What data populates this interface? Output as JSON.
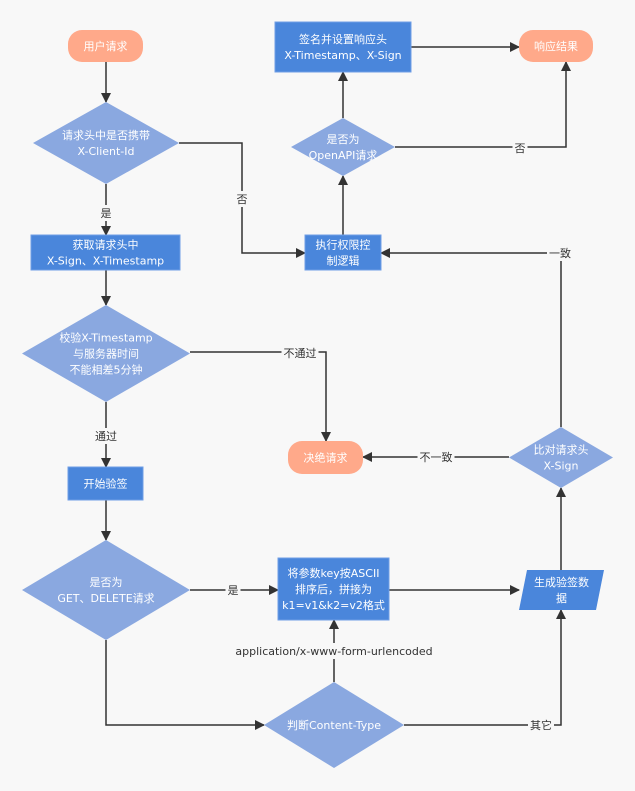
{
  "colors": {
    "background": "#f8f8f8",
    "process": "#4a86db",
    "decision": "#8aa8e0",
    "terminal": "#ffa98a",
    "edge": "#333333"
  },
  "nodes": {
    "start": {
      "shape": "terminal",
      "lines": [
        "用户请求"
      ]
    },
    "has_client_id": {
      "shape": "decision",
      "lines": [
        "请求头中是否携带",
        "X-Client-Id"
      ]
    },
    "get_headers": {
      "shape": "process",
      "lines": [
        "获取请求头中",
        "X-Sign、X-Timestamp"
      ]
    },
    "check_timestamp": {
      "shape": "decision",
      "lines": [
        "校验X-Timestamp",
        "与服务器时间",
        "不能相差5分钟"
      ]
    },
    "start_verify": {
      "shape": "process",
      "lines": [
        "开始验签"
      ]
    },
    "is_get_delete": {
      "shape": "decision",
      "lines": [
        "是否为",
        "GET、DELETE请求"
      ]
    },
    "sort_params": {
      "shape": "process",
      "lines": [
        "将参数key按ASCII",
        "排序后，拼接为",
        "k1=v1&k2=v2格式"
      ]
    },
    "gen_sign_data": {
      "shape": "data",
      "lines": [
        "生成验签数",
        "据"
      ]
    },
    "content_type": {
      "shape": "decision",
      "lines": [
        "判断Content-Type"
      ]
    },
    "compare_sign": {
      "shape": "decision",
      "lines": [
        "比对请求头",
        "X-Sign"
      ]
    },
    "reject": {
      "shape": "terminal",
      "lines": [
        "决绝请求"
      ]
    },
    "access_control": {
      "shape": "process",
      "lines": [
        "执行权限控",
        "制逻辑"
      ]
    },
    "is_openapi": {
      "shape": "decision",
      "lines": [
        "是否为",
        "OpenAPI请求"
      ]
    },
    "sign_response": {
      "shape": "process",
      "lines": [
        "签名并设置响应头",
        "X-Timestamp、X-Sign"
      ]
    },
    "response": {
      "shape": "terminal",
      "lines": [
        "响应结果"
      ]
    }
  },
  "edges": [
    {
      "from": "start",
      "to": "has_client_id",
      "label": ""
    },
    {
      "from": "has_client_id",
      "to": "get_headers",
      "label": "是"
    },
    {
      "from": "has_client_id",
      "to": "access_control",
      "label": "否"
    },
    {
      "from": "get_headers",
      "to": "check_timestamp",
      "label": ""
    },
    {
      "from": "check_timestamp",
      "to": "reject",
      "label": "不通过"
    },
    {
      "from": "check_timestamp",
      "to": "start_verify",
      "label": "通过"
    },
    {
      "from": "start_verify",
      "to": "is_get_delete",
      "label": ""
    },
    {
      "from": "is_get_delete",
      "to": "sort_params",
      "label": "是"
    },
    {
      "from": "is_get_delete",
      "to": "content_type",
      "label": ""
    },
    {
      "from": "content_type",
      "to": "sort_params",
      "label": "application/x-www-form-urlencoded"
    },
    {
      "from": "content_type",
      "to": "gen_sign_data",
      "label": "其它"
    },
    {
      "from": "sort_params",
      "to": "gen_sign_data",
      "label": ""
    },
    {
      "from": "gen_sign_data",
      "to": "compare_sign",
      "label": ""
    },
    {
      "from": "compare_sign",
      "to": "reject",
      "label": "不一致"
    },
    {
      "from": "compare_sign",
      "to": "access_control",
      "label": "一致"
    },
    {
      "from": "access_control",
      "to": "is_openapi",
      "label": ""
    },
    {
      "from": "is_openapi",
      "to": "sign_response",
      "label": ""
    },
    {
      "from": "is_openapi",
      "to": "response",
      "label": "否"
    },
    {
      "from": "sign_response",
      "to": "response",
      "label": ""
    }
  ]
}
